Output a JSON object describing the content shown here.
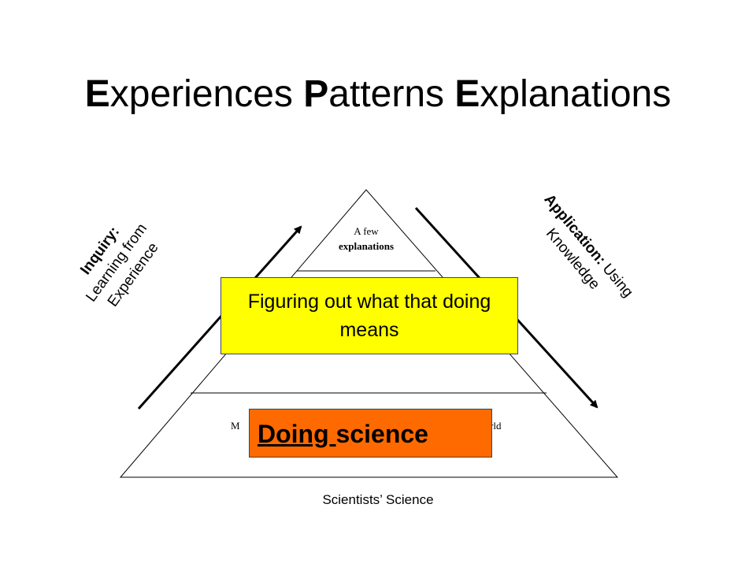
{
  "title": {
    "first_letter_1": "E",
    "rest_1": "xperiences ",
    "first_letter_2": "P",
    "rest_2": "atterns ",
    "first_letter_3": "E",
    "rest_3": "xplanations"
  },
  "left_arrow_text": {
    "heading": "Inquiry:",
    "line1": "Learning from",
    "line2": "Experience"
  },
  "right_arrow_text": {
    "heading": "Application:",
    "line1_rest": " Using",
    "line2": "Knowledge"
  },
  "pyramid": {
    "top_line1": "A few",
    "top_line2": "explanations",
    "bottom_left_fragment": "M",
    "bottom_right_fragment": "rld"
  },
  "yellow_box": {
    "text": "Figuring out what that doing means",
    "color": "#ffff00"
  },
  "orange_box": {
    "word1": "Doing ",
    "word2": "science",
    "color": "#ff6a00"
  },
  "caption": "Scientists’ Science"
}
